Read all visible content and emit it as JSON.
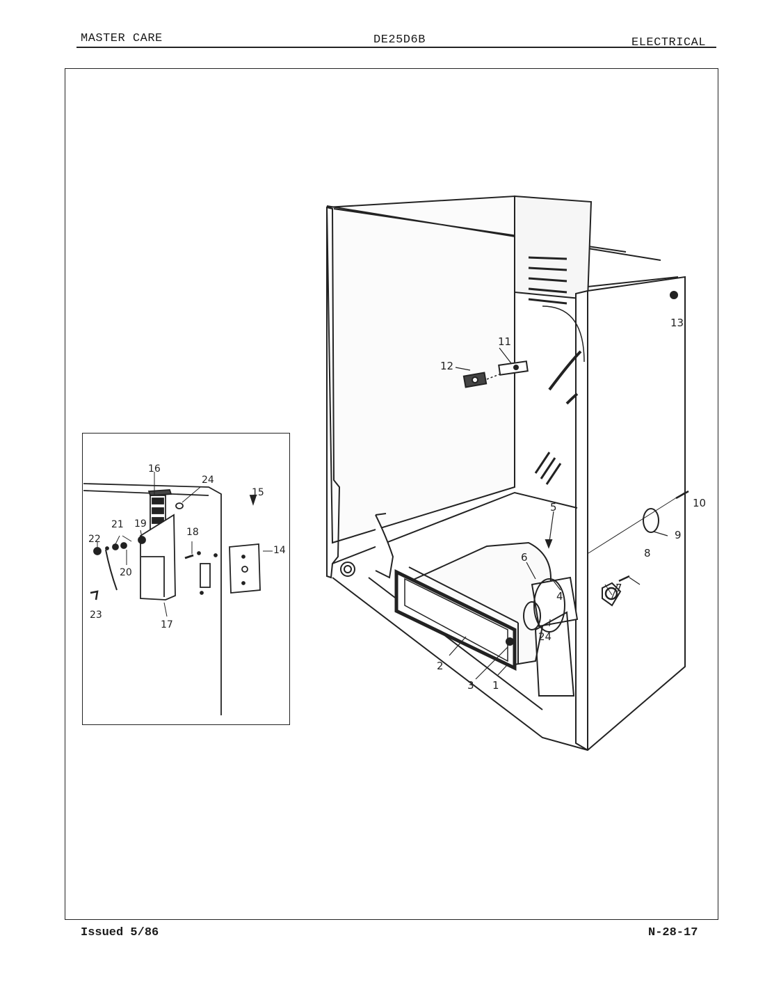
{
  "header": {
    "left": "MASTER CARE",
    "center": "DE25D6B",
    "right": "ELECTRICAL"
  },
  "footer": {
    "issued": "Issued 5/86",
    "page_code": "N-28-17"
  },
  "main_callouts": [
    "1",
    "2",
    "3",
    "4",
    "5",
    "6",
    "7",
    "8",
    "9",
    "10",
    "11",
    "12",
    "13",
    "24"
  ],
  "inset_callouts": [
    "14",
    "15",
    "16",
    "17",
    "18",
    "19",
    "20",
    "21",
    "22",
    "23",
    "24"
  ]
}
